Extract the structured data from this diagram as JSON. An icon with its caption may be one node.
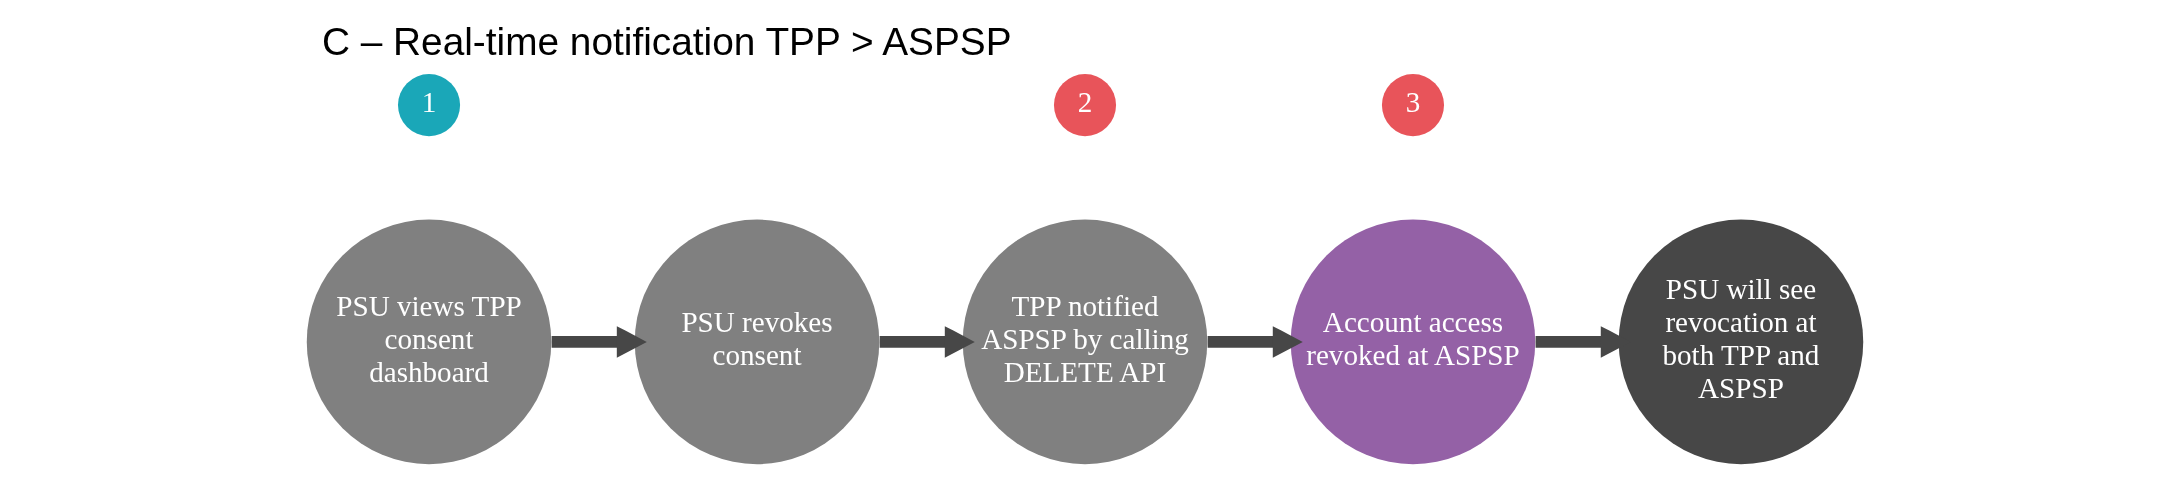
{
  "diagram": {
    "title": "C – Real-time notification TPP > ASPSP",
    "nodes": [
      {
        "text": [
          "PSU views TPP consent dashboard"
        ]
      },
      {
        "text": [
          "PSU revokes consent"
        ]
      },
      {
        "text": [
          "TPP notified ASPSP by calling DELETE API"
        ]
      },
      {
        "text": [
          "Account access revoked at ASPSP"
        ]
      },
      {
        "text": [
          "PSU will see revocation at both TPP and ASPSP"
        ]
      },
      {
        "text": [
          "1"
        ]
      },
      {
        "text": [
          "2"
        ]
      },
      {
        "text": [
          "3"
        ]
      }
    ],
    "edges": [
      {
        "from": 0,
        "to": 1,
        "arrow": "to"
      },
      {
        "from": 1,
        "to": 2,
        "arrow": "to"
      },
      {
        "from": 2,
        "to": 3,
        "arrow": "to"
      },
      {
        "from": 3,
        "to": 4,
        "arrow": "to"
      }
    ]
  }
}
